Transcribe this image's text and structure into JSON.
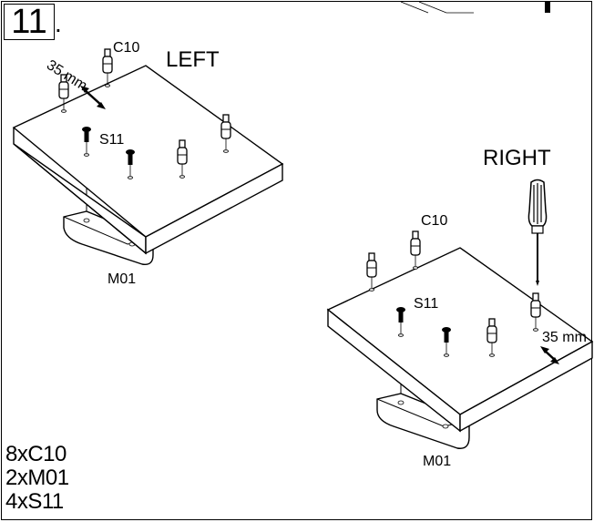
{
  "step": {
    "number": "11",
    "suffix": "."
  },
  "left_view": {
    "title": "LEFT",
    "dimension": "35 mm",
    "labels": {
      "dowel": "C10",
      "screw": "S11",
      "bracket": "M01"
    }
  },
  "right_view": {
    "title": "RIGHT",
    "dimension": "35 mm",
    "labels": {
      "dowel": "C10",
      "screw": "S11",
      "bracket": "M01"
    }
  },
  "parts_list": [
    "8xC10",
    "2xM01",
    "4xS11"
  ]
}
